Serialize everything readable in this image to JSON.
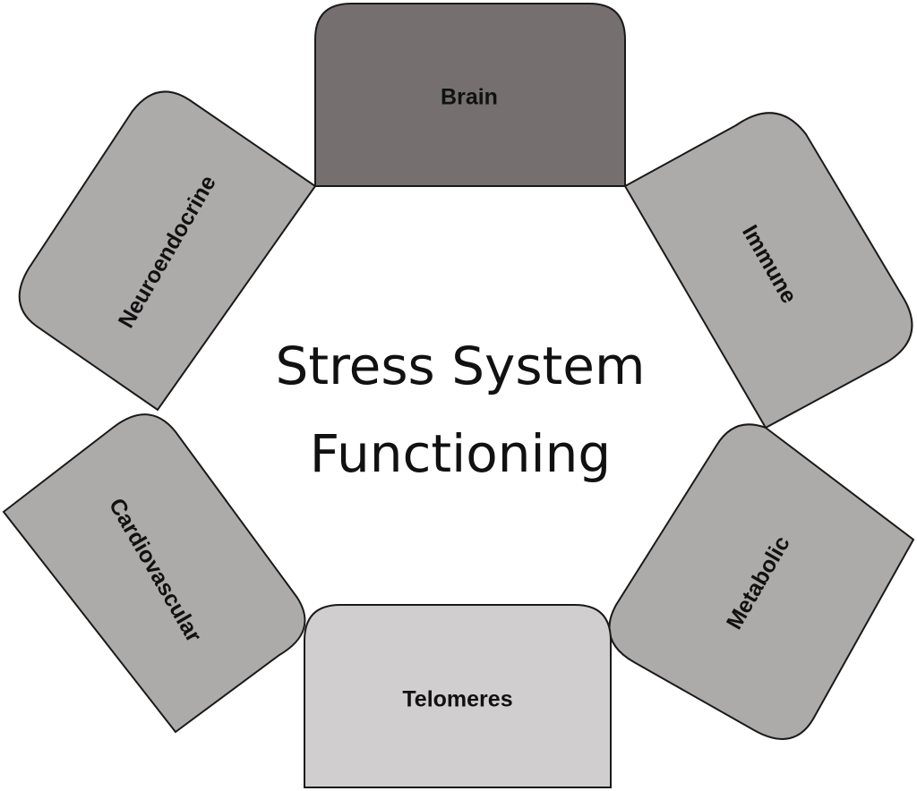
{
  "diagram": {
    "title_line1": "Stress System",
    "title_line2": "Functioning",
    "panels": [
      {
        "id": "brain",
        "label": "Brain",
        "fill": "#756f6f"
      },
      {
        "id": "immune",
        "label": "Immune",
        "fill": "#adaaaa"
      },
      {
        "id": "metabolic",
        "label": "Metabolic",
        "fill": "#adaaaa"
      },
      {
        "id": "telomeres",
        "label": "Telomeres",
        "fill": "#d0cece"
      },
      {
        "id": "cardiovascular",
        "label": "Cardiovascular",
        "fill": "#adaaaa"
      },
      {
        "id": "neuroendocrine",
        "label": "Neuroendocrine",
        "fill": "#adaaaa"
      }
    ]
  }
}
